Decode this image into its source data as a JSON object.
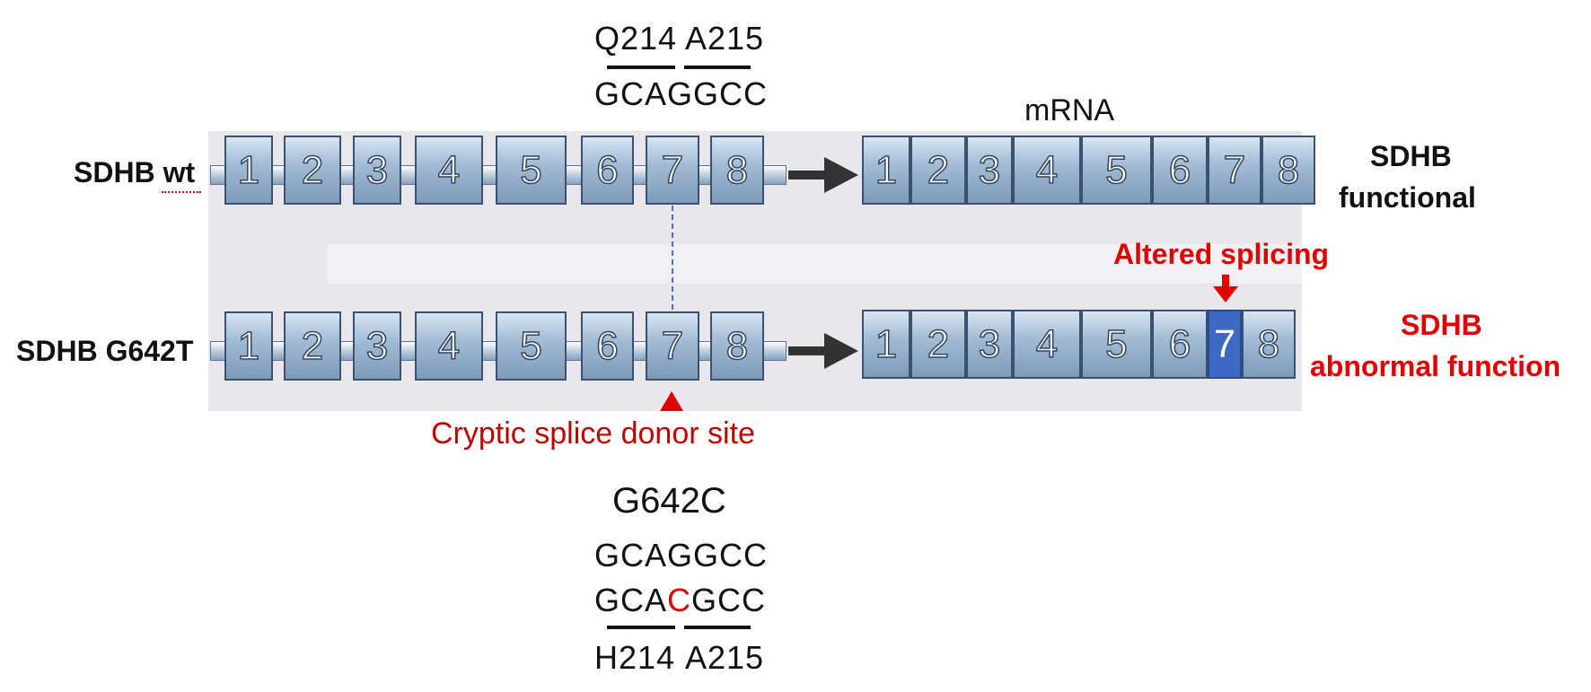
{
  "top_annotation": {
    "codon1_label": "Q214",
    "codon2_label": "A215",
    "sequence": "GCAGGCC"
  },
  "mrna_label": "mRNA",
  "rows": {
    "wt": {
      "label": "SDHB wt",
      "result_line1": "SDHB",
      "result_line2": "functional"
    },
    "mut": {
      "label": "SDHB G642T",
      "result_line1": "SDHB",
      "result_line2": "abnormal function"
    }
  },
  "exon_numbers": [
    "1",
    "2",
    "3",
    "4",
    "5",
    "6",
    "7",
    "8"
  ],
  "altered_splicing_label": "Altered splicing",
  "highlighted_mrna_exon": "7",
  "cryptic_site_label": "Cryptic splice donor site",
  "bottom_annotation": {
    "mutation": "G642C",
    "wt_sequence": "GCAGGCC",
    "mut_seq_prefix": "GCA",
    "mut_seq_changed": "C",
    "mut_seq_suffix": "GCC",
    "codon1_label": "H214",
    "codon2_label": "A215"
  },
  "colors": {
    "exon_fill": "#a4bcd6",
    "exon_highlight": "#3d68c4",
    "annotation_red": "#e00000",
    "panel": "#e9e6ec"
  }
}
